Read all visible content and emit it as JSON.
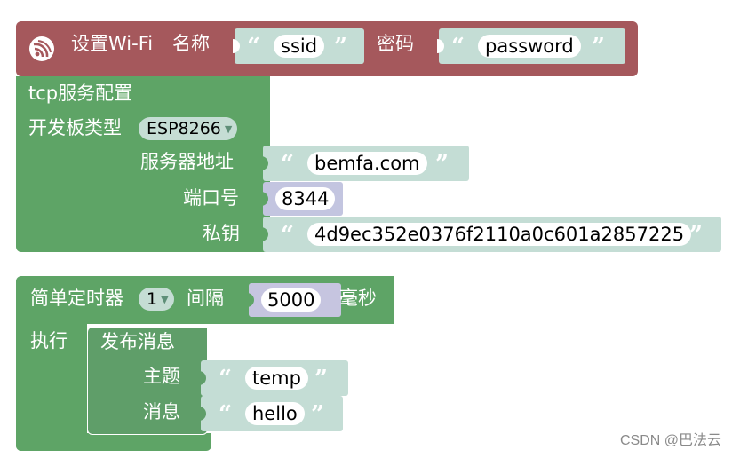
{
  "wifi_block": {
    "label": "设置Wi-Fi",
    "name_label": "名称",
    "ssid_value": "ssid",
    "password_label": "密码",
    "password_value": "password"
  },
  "tcp_block": {
    "title": "tcp服务配置",
    "board_label": "开发板类型",
    "board_value": "ESP8266",
    "server_label": "服务器地址",
    "server_value": "bemfa.com",
    "port_label": "端口号",
    "port_value": "8344",
    "key_label": "私钥",
    "key_value": "4d9ec352e0376f2110a0c601a2857225"
  },
  "timer_block": {
    "label": "简单定时器",
    "timer_value": "1",
    "interval_label": "间隔",
    "interval_value": "5000",
    "unit_label": "毫秒",
    "execute_label": "执行"
  },
  "publish_block": {
    "title": "发布消息",
    "topic_label": "主题",
    "topic_value": "temp",
    "message_label": "消息",
    "message_value": "hello"
  },
  "quote_open": "“",
  "quote_close": "”",
  "watermark": "CSDN @巴法云",
  "colors": {
    "wifi_block": "#a5585c",
    "green_block": "#5ea466",
    "string_block": "#c4ddd5",
    "number_block": "#c3c5e0"
  },
  "icons": {
    "wifi_block_icon": "espressif-logo-icon",
    "dropdown": "triangle-down-icon"
  }
}
